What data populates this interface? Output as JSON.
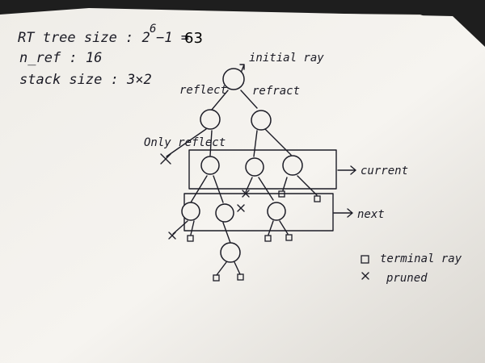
{
  "notes": {
    "tree_size_prefix": "RT tree size : 2",
    "tree_size_exp": "6",
    "tree_size_suffix": "−1 =",
    "tree_size_value": "63",
    "n_ref": "n_ref : 16",
    "stack_size": "stack size : 3×2"
  },
  "diagram": {
    "initial_ray": "initial ray",
    "reflect": "reflect",
    "refract": "refract",
    "only_reflect": "Only reflect",
    "current": "current",
    "next": "next"
  },
  "legend": {
    "terminal_ray": "terminal ray",
    "pruned": "pruned"
  },
  "colors": {
    "paper": "#f4f2ee",
    "ink": "#1c1c26",
    "background": "#1f1f1f"
  }
}
